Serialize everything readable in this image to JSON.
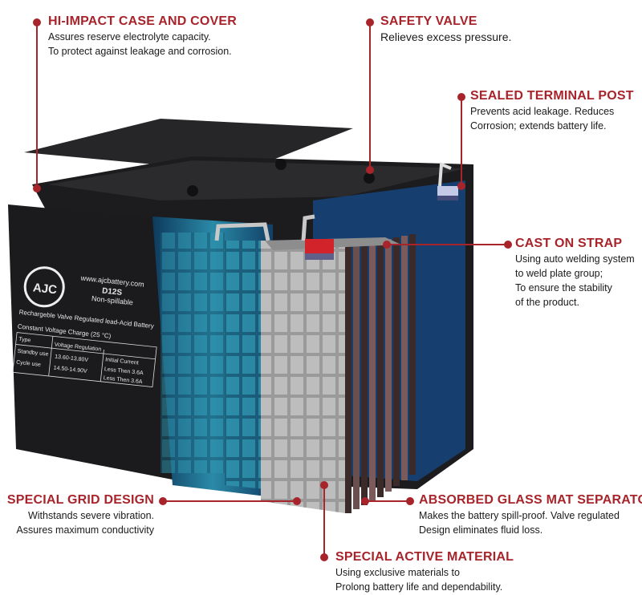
{
  "callouts": {
    "case": {
      "title": "HI-IMPACT CASE AND COVER",
      "lines": [
        "Assures reserve electrolyte capacity.",
        "To protect against leakage and corrosion."
      ]
    },
    "valve": {
      "title": "SAFETY VALVE",
      "lines": [
        "Relieves excess pressure."
      ]
    },
    "terminal": {
      "title": "SEALED TERMINAL POST",
      "lines": [
        "Prevents acid leakage.  Reduces",
        "Corrosion;  extends battery life."
      ]
    },
    "strap": {
      "title": "CAST ON STRAP",
      "lines": [
        "Using auto welding system",
        "to weld plate group;",
        "To ensure the stability",
        "of the product."
      ]
    },
    "grid": {
      "title": "SPECIAL GRID DESIGN",
      "lines": [
        "Withstands severe vibration.",
        "Assures maximum conductivity"
      ]
    },
    "agm": {
      "title": "ABSORBED GLASS MAT SEPARATOR",
      "lines": [
        "Makes the battery spill-proof. Valve regulated",
        "Design eliminates fluid loss."
      ]
    },
    "active": {
      "title": "SPECIAL ACTIVE MATERIAL",
      "lines": [
        "Using exclusive materials to",
        "Prolong battery life and dependability."
      ]
    }
  },
  "battery_label": {
    "logo": "AJC",
    "website": "www.ajcbattery.com",
    "model": "D12S",
    "spill": "Non-spillable",
    "description": "Rechargeble Valve Regulated lead-Acid Battery",
    "table_title": "Constant Voltage Charge (25 °C)",
    "table": {
      "headers": [
        "Type",
        "Voltage Regulation",
        "Initial Current"
      ],
      "rows": [
        [
          "Standby use",
          "13.60-13.80V",
          "Less Then 3.6A"
        ],
        [
          "Cycle use",
          "14.50-14.90V",
          "Less Then 3.6A"
        ]
      ]
    }
  },
  "colors": {
    "accent": "#a8242b",
    "case": "#1b1b1d",
    "cell": "#1d6f8c"
  }
}
